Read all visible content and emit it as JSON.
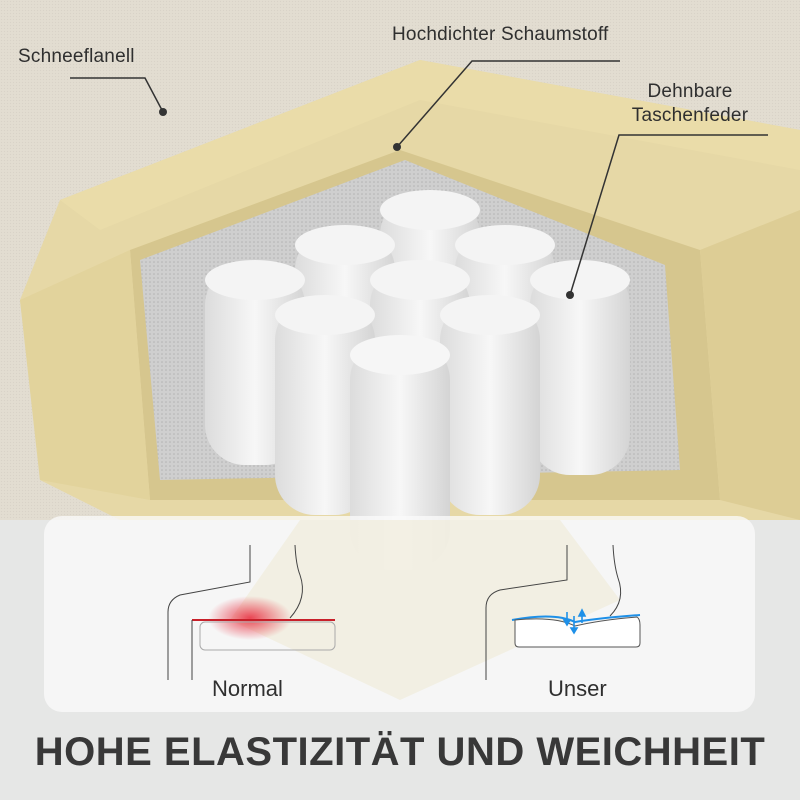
{
  "labels": {
    "schneeflanell": "Schneeflanell",
    "schaumstoff": "Hochdichter Schaumstoff",
    "taschenfeder_line1": "Dehnbare",
    "taschenfeder_line2": "Taschenfeder"
  },
  "comparison": {
    "normal_caption": "Normal",
    "unser_caption": "Unser"
  },
  "headline": "HOHE ELASTIZITÄT UND WEICHHEIT",
  "colors": {
    "fabric": "#e2ddd1",
    "foam": "#e6d8a6",
    "foam_shadow": "#d6c68e",
    "spring": "#f2f2f2",
    "text": "#2f2f2f",
    "pressure_red": "#d8202a",
    "support_blue": "#1e90e8",
    "background": "#e6e7e6"
  }
}
